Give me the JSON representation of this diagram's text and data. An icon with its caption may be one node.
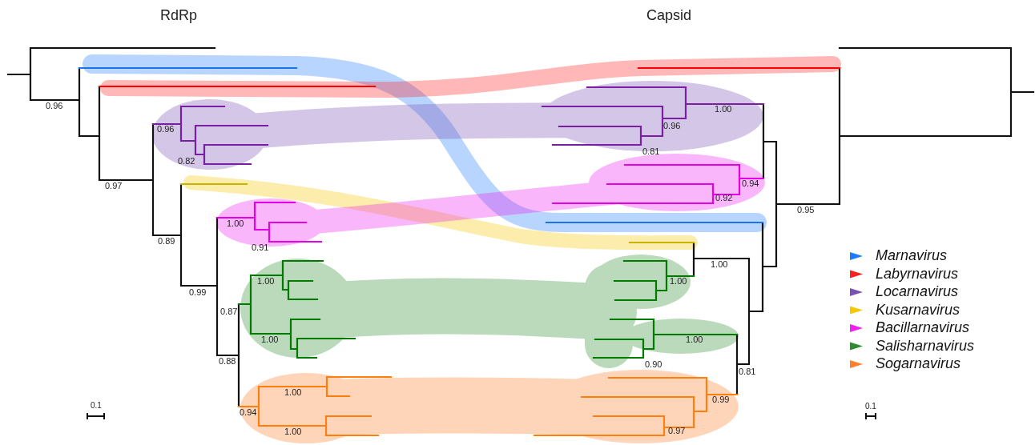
{
  "diagram": {
    "labels": [
      "RdRp",
      "Capsid",
      "0.96",
      "0.96",
      "0.82",
      "0.97",
      "1.00",
      "0.91",
      "0.89",
      "0.99",
      "1.00",
      "0.87",
      "1.00",
      "0.88",
      "1.00",
      "0.94",
      "1.00",
      "1.00",
      "0.96",
      "0.81",
      "0.94",
      "0.92",
      "0.95",
      "1.00",
      "1.00",
      "1.00",
      "0.90",
      "0.81",
      "0.99",
      "0.97",
      "0.1",
      "0.1"
    ],
    "legend": [
      {
        "text": "Marnavirus",
        "color": "#1e7bff"
      },
      {
        "text": "Labyrnavirus",
        "color": "#ff2020"
      },
      {
        "text": "Locarnavirus",
        "color": "#7a52b3"
      },
      {
        "text": "Kusarnavirus",
        "color": "#f5c800"
      },
      {
        "text": "Bacillarnavirus",
        "color": "#f01ef0"
      },
      {
        "text": "Salisharnavirus",
        "color": "#2e8b2e"
      },
      {
        "text": "Sogarnavirus",
        "color": "#ff7f2a"
      }
    ]
  }
}
